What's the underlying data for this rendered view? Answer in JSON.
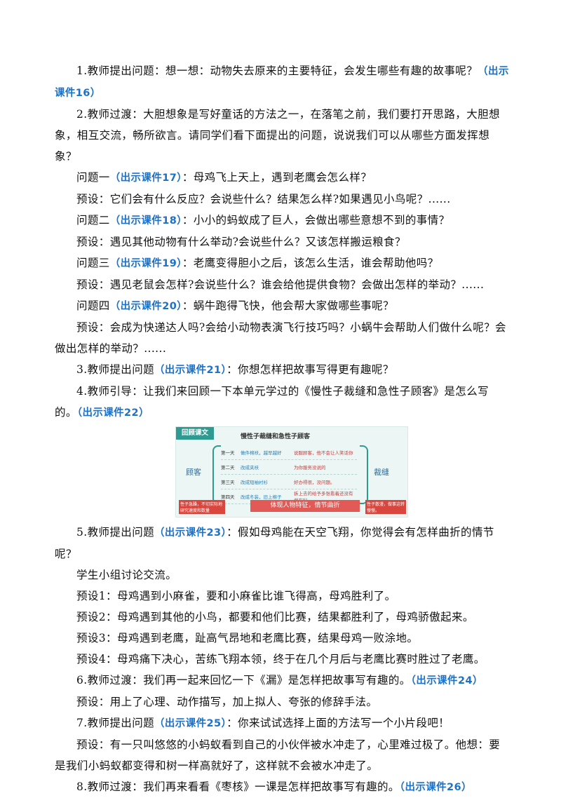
{
  "paragraphs": [
    {
      "id": "p1",
      "indent": true,
      "segments": [
        {
          "t": "1.教师提出问题：想一想：动物失去原来的主要特征，会发生哪些有趣的故事呢？"
        },
        {
          "t": "（出示课件16）",
          "b": true
        }
      ]
    },
    {
      "id": "p2",
      "indent": true,
      "segments": [
        {
          "t": "2.教师过渡：大胆想象是写好童话的方法之一，在落笔之前，我们要打开思路，大胆想象，相互交流，畅所欲言。请同学们看下面提出的问题，说说我们可以从哪些方面发挥想象？"
        }
      ]
    },
    {
      "id": "p3",
      "indent": true,
      "segments": [
        {
          "t": "问题一"
        },
        {
          "t": "（出示课件17）",
          "b": true
        },
        {
          "t": "：母鸡飞上天上，遇到老鹰会怎么样？"
        }
      ]
    },
    {
      "id": "p4",
      "indent": true,
      "segments": [
        {
          "t": "预设：它们会有什么反应？会说些什么？结果怎么样?如果遇见小鸟呢？......"
        }
      ]
    },
    {
      "id": "p5",
      "indent": true,
      "segments": [
        {
          "t": "问题二"
        },
        {
          "t": "（出示课件18）",
          "b": true
        },
        {
          "t": "：小小的蚂蚁成了巨人，会做出哪些意想不到的事情？"
        }
      ]
    },
    {
      "id": "p6",
      "indent": true,
      "segments": [
        {
          "t": "预设：遇见其他动物有什么举动?会说些什么？又该怎样搬运粮食？"
        }
      ]
    },
    {
      "id": "p7",
      "indent": true,
      "segments": [
        {
          "t": "问题三"
        },
        {
          "t": "（出示课件19）",
          "b": true
        },
        {
          "t": "：老鹰变得胆小之后，该怎么生活，谁会帮助他吗？"
        }
      ]
    },
    {
      "id": "p8",
      "indent": true,
      "segments": [
        {
          "t": "预设：遇见老鼠会怎样?会说些什么？谁会给他提供食物？会做出怎样的举动？......"
        }
      ]
    },
    {
      "id": "p9",
      "indent": true,
      "segments": [
        {
          "t": "问题四"
        },
        {
          "t": "（出示课件20）",
          "b": true
        },
        {
          "t": "：蜗牛跑得飞快，他会帮大家做哪些事呢？"
        }
      ]
    },
    {
      "id": "p10",
      "indent": true,
      "segments": [
        {
          "t": "预设：会成为快递达人吗?会给小动物表演飞行技巧吗？小蜗牛会帮助人们做什么呢？会做出怎样的举动？......"
        }
      ]
    },
    {
      "id": "p11",
      "indent": true,
      "segments": [
        {
          "t": "3.教师提出问题"
        },
        {
          "t": "（出示课件21）",
          "b": true
        },
        {
          "t": "：你想怎样把故事写得更有趣呢？"
        }
      ]
    },
    {
      "id": "p12",
      "indent": true,
      "segments": [
        {
          "t": "4.教师引导：让我们来回顾一下本单元学过的《慢性子裁缝和急性子顾客》是怎么写的。"
        },
        {
          "t": "（出示课件22）",
          "b": true
        }
      ]
    }
  ],
  "figure": {
    "tag": "回顾课文",
    "title": "慢性子裁缝和急性子顾客",
    "left_node": "顾客",
    "right_node": "裁缝",
    "rows": [
      {
        "day": "第一天",
        "customer": "做件棉袄，越早越好",
        "tailor": "说服顾客，他不会让人笑话你"
      },
      {
        "day": "第二天",
        "customer": "改成夹袄",
        "tailor": "为你服务没说的"
      },
      {
        "day": "第三天",
        "customer": "改成短袖衬衫",
        "tailor": "好办得很，没问题。"
      },
      {
        "day": "第四天",
        "customer": "改成冬装，旧上棉子",
        "tailor": "拆上去的给予多张看着还没有裁布料"
      }
    ],
    "note_left": "性子急躁，不切实际地研究速度和数量",
    "note_right": "性子散漫，做事这转慢慢。",
    "banner": "体现人物特征，情节曲折"
  },
  "paragraphs2": [
    {
      "id": "q1",
      "indent": true,
      "segments": [
        {
          "t": "5.教师提出问题"
        },
        {
          "t": "（出示课件23）",
          "b": true
        },
        {
          "t": "：假如母鸡能在天空飞翔，你觉得会有怎样曲折的情节呢？"
        }
      ]
    },
    {
      "id": "q2",
      "indent": true,
      "segments": [
        {
          "t": "学生小组讨论交流。"
        }
      ]
    },
    {
      "id": "q3",
      "indent": true,
      "segments": [
        {
          "t": "预设1：母鸡遇到小麻雀，要和小麻雀比谁飞得高，母鸡胜利了。"
        }
      ]
    },
    {
      "id": "q4",
      "indent": true,
      "segments": [
        {
          "t": "预设2：母鸡遇到其他的小鸟，都要和他们比赛，结果都胜利了，母鸡骄傲起来。"
        }
      ]
    },
    {
      "id": "q5",
      "indent": true,
      "segments": [
        {
          "t": "预设3：母鸡遇到老鹰，趾高气昂地和老鹰比赛，结果母鸡一败涂地。"
        }
      ]
    },
    {
      "id": "q6",
      "indent": true,
      "segments": [
        {
          "t": "预设4：母鸡痛下决心，苦练飞翔本领，终于在几个月后与老鹰比赛时胜过了老鹰。"
        }
      ]
    },
    {
      "id": "q7",
      "indent": true,
      "segments": [
        {
          "t": "6.教师过渡：我们再一起来回忆一下《漏》是怎样把故事写有趣的。"
        },
        {
          "t": "（出示课件24）",
          "b": true
        }
      ]
    },
    {
      "id": "q8",
      "indent": true,
      "segments": [
        {
          "t": "预设：用上了心理、动作描写，加上拟人、夸张的修辞手法。"
        }
      ]
    },
    {
      "id": "q9",
      "indent": true,
      "segments": [
        {
          "t": "7.教师提出问题"
        },
        {
          "t": "（出示课件25）",
          "b": true
        },
        {
          "t": "：你来试试选择上面的方法写一个小片段吧！"
        }
      ]
    },
    {
      "id": "q10",
      "indent": true,
      "segments": [
        {
          "t": "预设：有一只叫悠悠的小蚂蚁看到自己的小伙伴被水冲走了，心里难过极了。他想：要是我们小蚂蚁都变得和树一样高就好了，这样就不会被水冲走了。"
        }
      ]
    },
    {
      "id": "q11",
      "indent": true,
      "segments": [
        {
          "t": "8.教师过渡：我们再来看看《枣核》一课是怎样把故事写有趣的。"
        },
        {
          "t": "（出示课件26）",
          "b": true
        }
      ]
    }
  ]
}
